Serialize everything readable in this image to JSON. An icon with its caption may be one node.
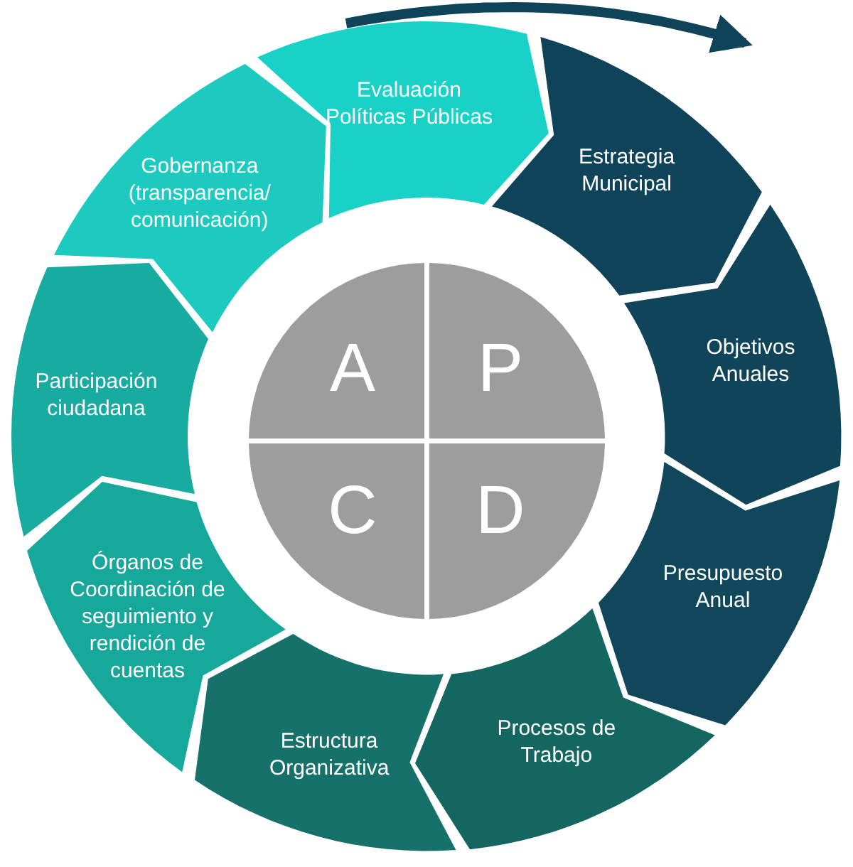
{
  "diagram": {
    "nodes": [
      {
        "text": [
          "Evaluación Políticas Públicas"
        ]
      },
      {
        "text": [
          "Estrategia Municipal"
        ]
      },
      {
        "text": [
          "Objetivos Anuales"
        ]
      },
      {
        "text": [
          "Presupuesto Anual"
        ]
      },
      {
        "text": [
          "Procesos de Trabajo"
        ]
      },
      {
        "text": [
          "Estructura Organizativa"
        ]
      },
      {
        "text": [
          "Órganos de Coordinación de seguimiento y rendición de cuentas"
        ]
      },
      {
        "text": [
          "Participación ciudadana"
        ]
      },
      {
        "text": [
          "Gobernanza (transparencia/ comunicación)"
        ]
      },
      {
        "text": [
          "A"
        ]
      },
      {
        "text": [
          "P"
        ]
      },
      {
        "text": [
          "C"
        ]
      },
      {
        "text": [
          "D"
        ]
      }
    ]
  }
}
